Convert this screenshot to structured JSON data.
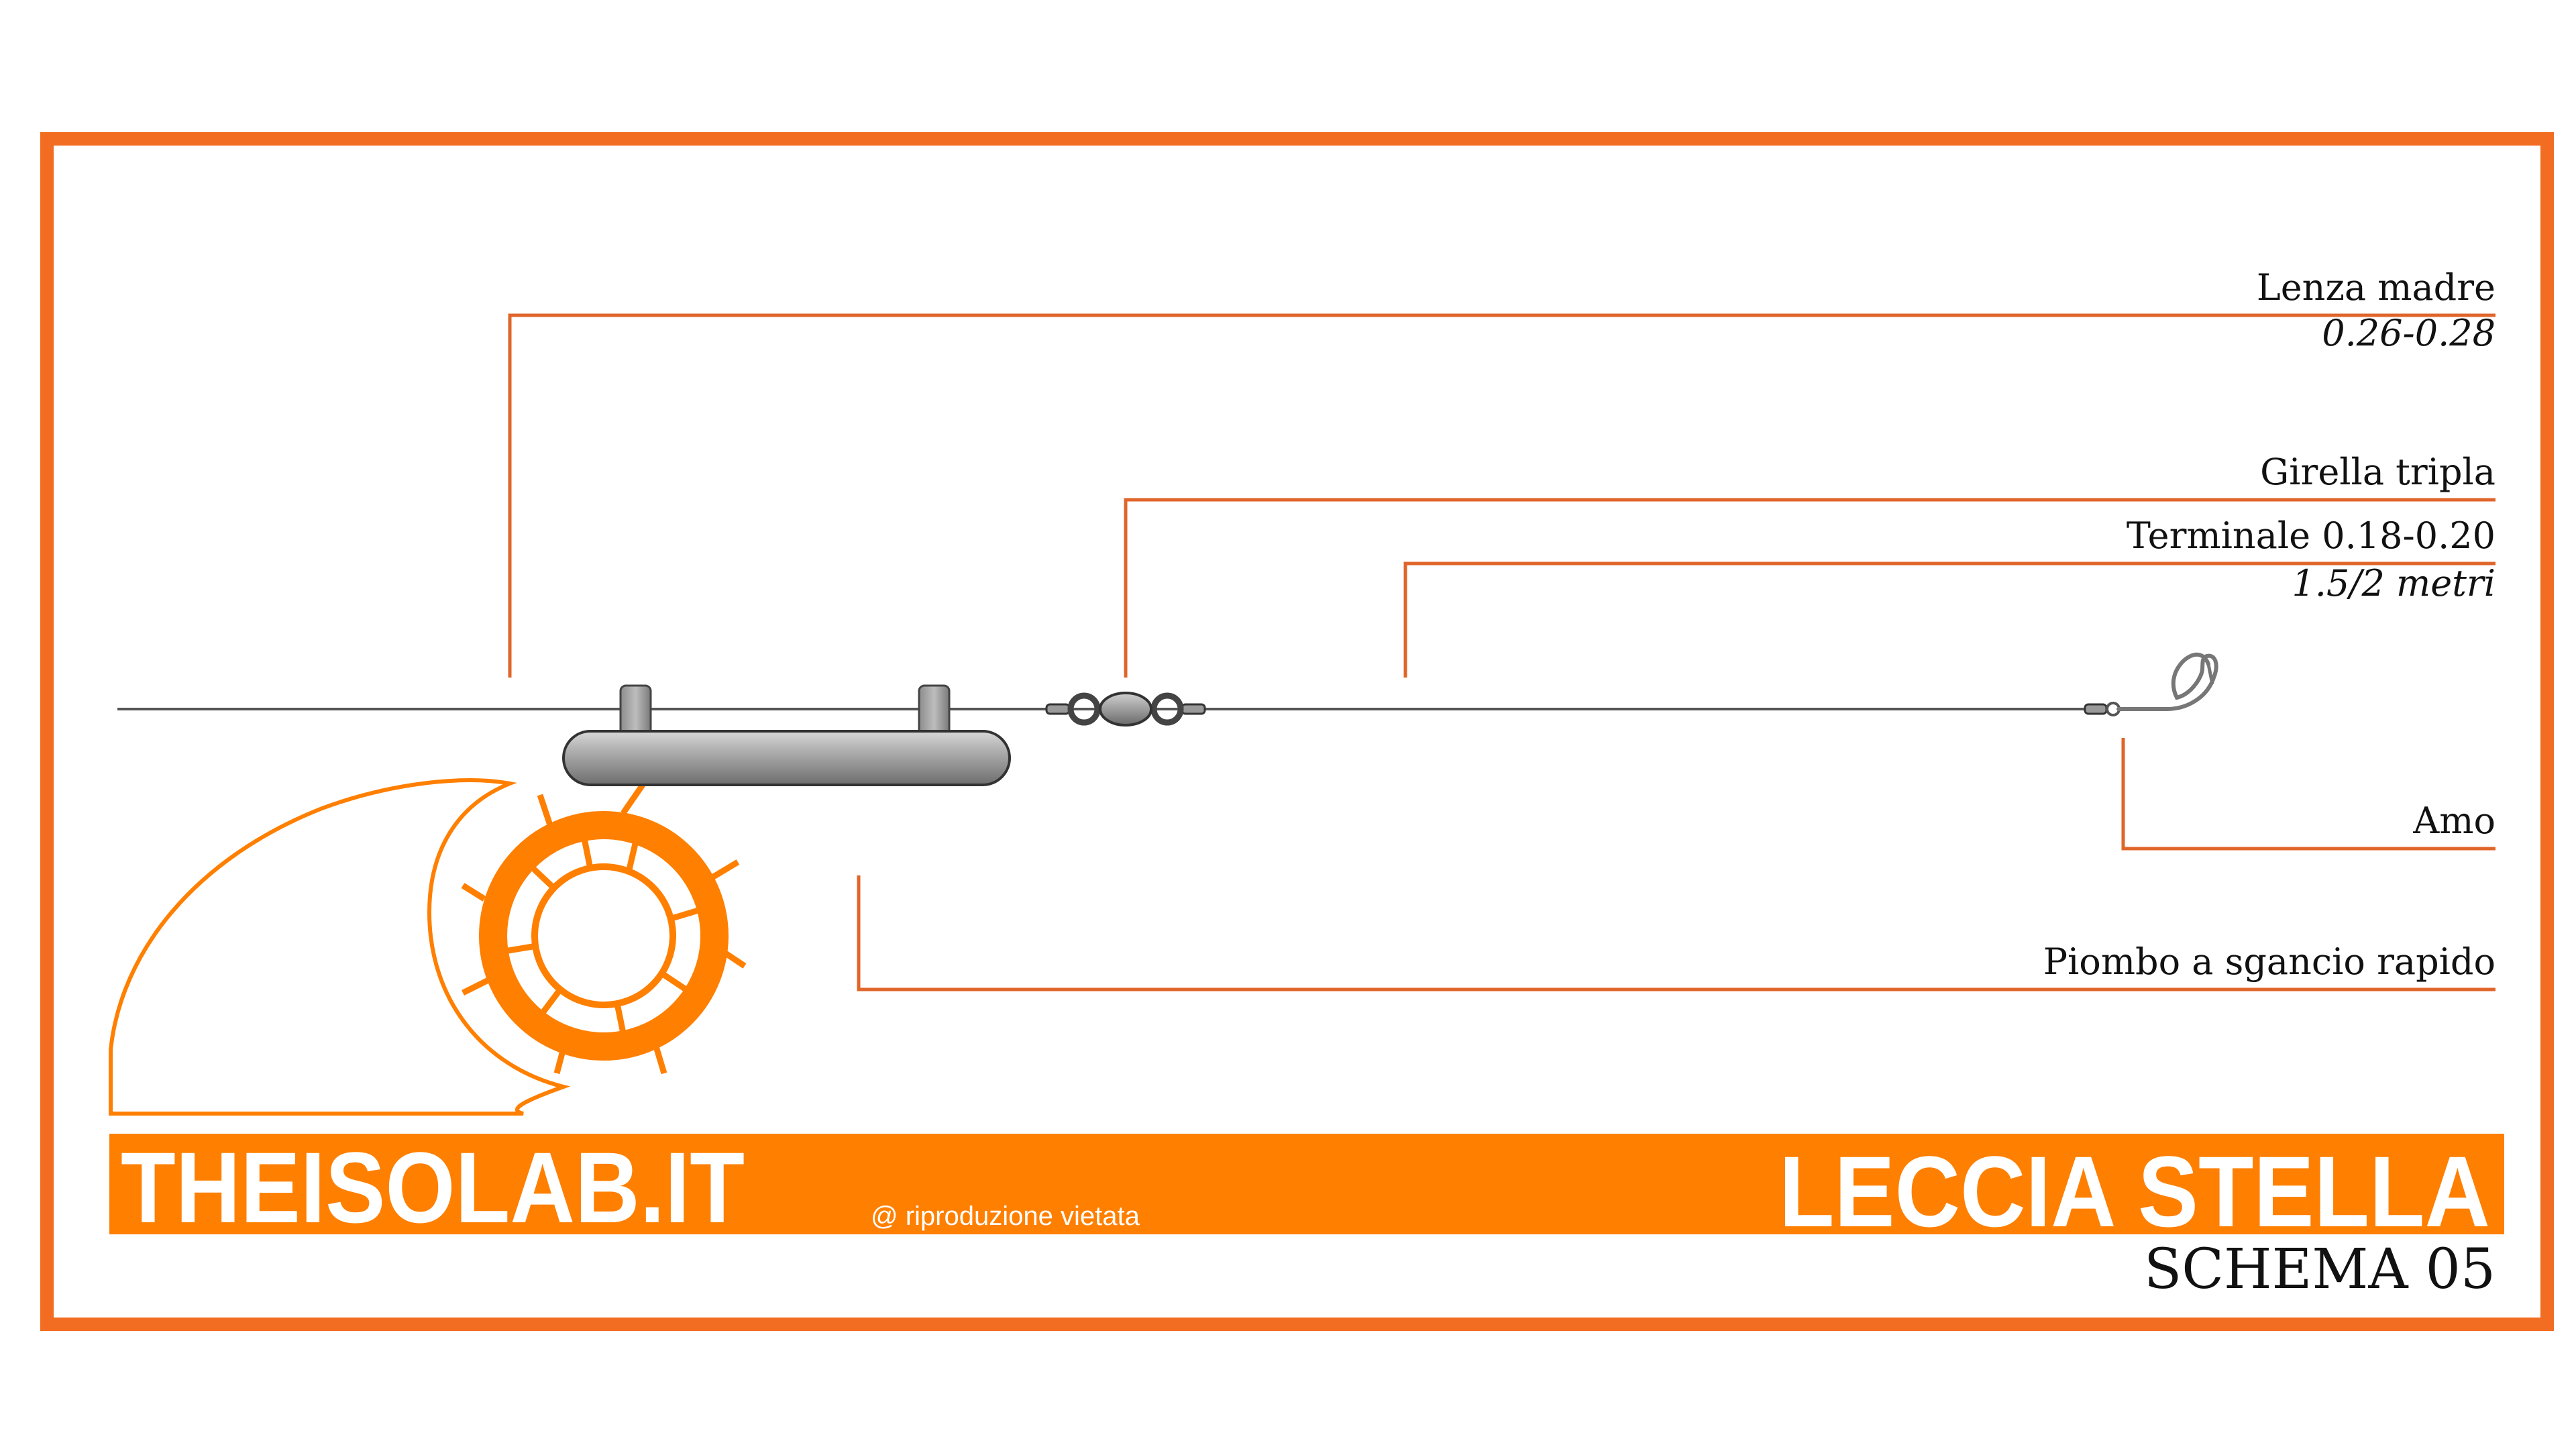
{
  "colors": {
    "accent": "#ff7f00",
    "frame": "#f26d21",
    "callout": "#e0652a",
    "text": "#111111",
    "banner_text": "#ffffff",
    "sinker": "#8a8a8a",
    "line": "#555555"
  },
  "labels": {
    "lenza_madre": "Lenza madre",
    "lenza_madre_spec": "0.26-0.28",
    "girella": "Girella tripla",
    "terminale": "Terminale 0.18-0.20",
    "terminale_spec": "1.5/2 metri",
    "amo": "Amo",
    "piombo": "Piombo a sgancio rapido"
  },
  "banner": {
    "site": "THEISOLAB.IT",
    "notice": "@ riproduzione vietata",
    "title": "LECCIA STELLA"
  },
  "subtitle": "SCHEMA 05",
  "icons": [
    "wave-logo-icon",
    "life-ring-icon",
    "swivel-icon",
    "hook-icon",
    "sinker-icon"
  ]
}
